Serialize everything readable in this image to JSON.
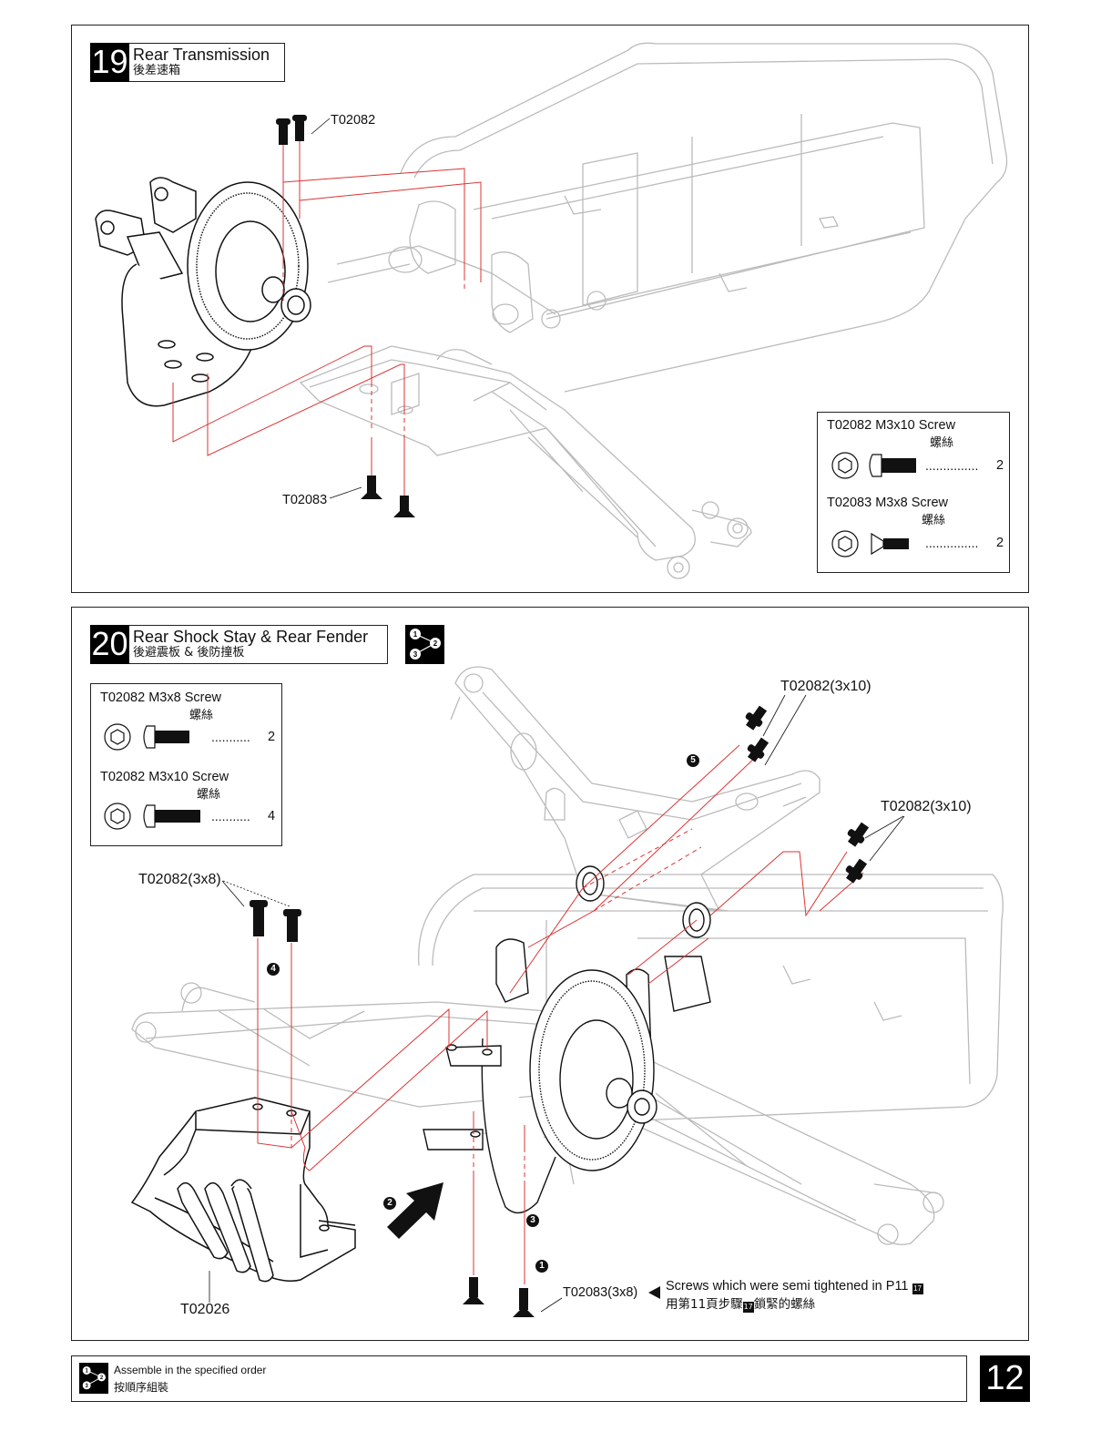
{
  "page_number": "12",
  "step19": {
    "number": "19",
    "title_en": "Rear Transmission",
    "title_zh": "後差速箱",
    "callout_top": "T02082",
    "callout_bottom": "T02083",
    "parts": [
      {
        "code": "T02082  M3x10 Screw",
        "zh": "螺絲",
        "qty": "2"
      },
      {
        "code": "T02083  M3x8 Screw",
        "zh": "螺絲",
        "qty": "2"
      }
    ]
  },
  "step20": {
    "number": "20",
    "title_en": "Rear Shock Stay & Rear Fender",
    "title_zh": "後避震板 & 後防撞板",
    "parts": [
      {
        "code": "T02082  M3x8 Screw",
        "zh": "螺絲",
        "qty": "2"
      },
      {
        "code": "T02082  M3x10 Screw",
        "zh": "螺絲",
        "qty": "4"
      }
    ],
    "callout_upper_right_1": "T02082(3x10)",
    "callout_upper_right_2": "T02082(3x10)",
    "callout_left": "T02082(3x8)",
    "callout_fender": "T02026",
    "callout_bottom": "T02083(3x8)",
    "note_en": "Screws which were semi tightened in P11",
    "note_zh_a": "用第11頁步驟",
    "note_zh_b": "鎖緊的螺絲",
    "note_ref": "17",
    "order_badges": [
      "1",
      "2",
      "3",
      "4",
      "5"
    ]
  },
  "legend": {
    "en": "Assemble in the specified order",
    "zh": "按順序組裝"
  }
}
